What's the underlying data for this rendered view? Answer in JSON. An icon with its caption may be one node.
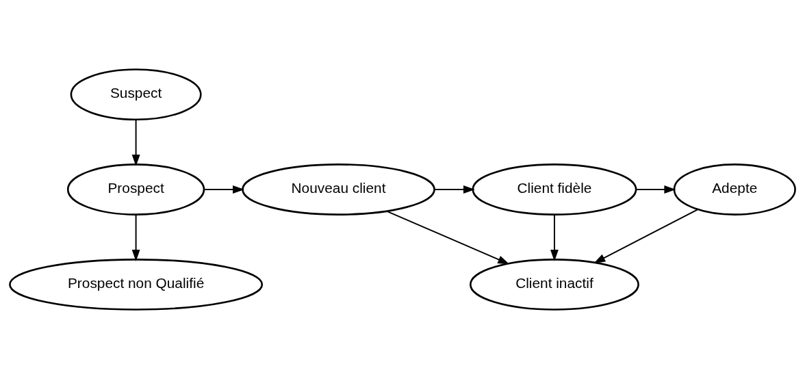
{
  "diagram": {
    "nodes": [
      {
        "text": [
          "Suspect"
        ]
      },
      {
        "text": [
          "Prospect"
        ]
      },
      {
        "text": [
          "Prospect non Qualifié"
        ]
      },
      {
        "text": [
          "Nouveau client"
        ]
      },
      {
        "text": [
          "Client fidèle"
        ]
      },
      {
        "text": [
          "Adepte"
        ]
      },
      {
        "text": [
          "Client inactif"
        ]
      }
    ],
    "edges": [
      {
        "from": 0,
        "to": 1,
        "arrow": "to"
      },
      {
        "from": 1,
        "to": 2,
        "arrow": "to"
      },
      {
        "from": 1,
        "to": 3,
        "arrow": "to"
      },
      {
        "from": 3,
        "to": 4,
        "arrow": "to"
      },
      {
        "from": 4,
        "to": 5,
        "arrow": "to"
      },
      {
        "from": 4,
        "to": 6,
        "arrow": "to"
      },
      {
        "from": 3,
        "to": 6,
        "arrow": "to"
      },
      {
        "from": 5,
        "to": 6,
        "arrow": "to"
      }
    ]
  }
}
